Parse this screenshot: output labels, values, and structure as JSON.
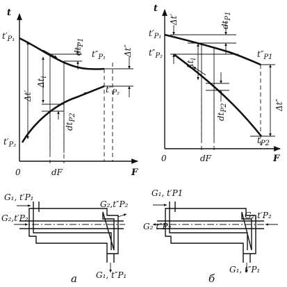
{
  "axes": {
    "t": "t",
    "F": "F",
    "origin": "0",
    "dF": "dF"
  },
  "left_chart": {
    "t1_in_base": "t′",
    "t1_in_sub": "P₁",
    "t2_in_base": "t′",
    "t2_in_sub": "P₂",
    "t1_out_base": "t″",
    "t1_out_sub": "P₁",
    "t2_out_base": "t″",
    "t2_out_sub": "P₂",
    "delta_t_in": "Δt′",
    "delta_t_out": "Δt″",
    "delta_ti_base": "Δt",
    "delta_ti_sub": "i",
    "dtp1_base": "dt",
    "dtp1_sub": "P1",
    "dtp2_base": "dt",
    "dtp2_sub": "P2"
  },
  "right_chart": {
    "t1_in_base": "t′",
    "t1_in_sub": "P₁",
    "t2_out_base": "t″",
    "t2_out_sub": "P₂",
    "t1_out_base": "t″",
    "t1_out_sub": "P1",
    "t2_in_base": "t",
    "t2_in_sub": "P2",
    "delta_t_in": "Δt′",
    "delta_t_out": "Δt″",
    "delta_ti_base": "Δt",
    "delta_ti_sub": "i",
    "dtp1_base": "dt",
    "dtp1_sub": "P1",
    "dtp2_base": "dt",
    "dtp2_sub": "P2"
  },
  "left_exchanger": {
    "g1_in": "G₁, t′P₁",
    "g2_in": "G₂,t′P₂",
    "g2_out": "G₂,t″P₂",
    "g1_out": "G₁, t″P₁",
    "caption": "a"
  },
  "right_exchanger": {
    "g1_in": "G₁, t′P1",
    "g2_out": "G₂ t″P₂",
    "g2_in": "G₂,t′P₂",
    "g1_out": "G₁, t″P₁",
    "caption": "б"
  }
}
